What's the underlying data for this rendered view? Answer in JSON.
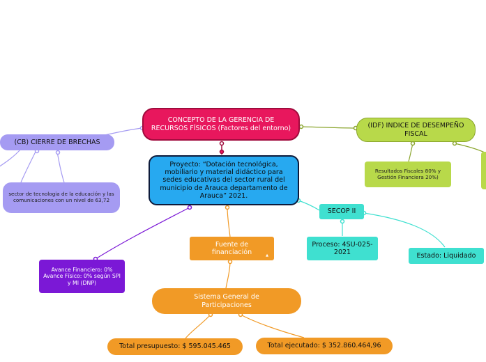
{
  "central": {
    "text": "CONCEPTO DE LA GERENCIA DE RECURSOS FÍSICOS (Factores del entorno)"
  },
  "project": {
    "text": "Proyecto: “Dotación tecnológica, mobiliario y material didáctico para sedes educativas del sector rural del municipio de Arauca departamento de Arauca” 2021."
  },
  "cierre_brechas": {
    "title": "(CB) CIERRE DE BRECHAS",
    "note": "sector de tecnologia de la educación y las comunicaciones con un nivel de 63,72"
  },
  "idf": {
    "title": "(IDF) INDICE DE DESEMPEÑO FISCAL",
    "note": "Resultados Fiscales 80% y Gestión Financiera 20%)"
  },
  "secop": {
    "title": "SECOP II",
    "proceso": "Proceso: 4SU-025-2021",
    "estado": "Estado: Liquidado"
  },
  "avance": {
    "text": "Avance Financiero: 0% Avance Físico: 0% según SPI y MI (DNP)"
  },
  "fuente": {
    "text": "Fuente de financiación",
    "mark": "▲"
  },
  "sgp": {
    "text": "Sistema General de Participaciones"
  },
  "totales": {
    "presupuesto": "Total presupuesto: $ 595.045.465",
    "ejecutado": "Total ejecutado: $ 352.860.464,96"
  },
  "colors": {
    "central": "#e8175d",
    "project": "#27a9f0",
    "cierre_brechas": "#a59bf2",
    "idf": "#b8d94a",
    "secop": "#3fe0d0",
    "avance": "#7b18d6",
    "fuente": "#f19a26"
  }
}
